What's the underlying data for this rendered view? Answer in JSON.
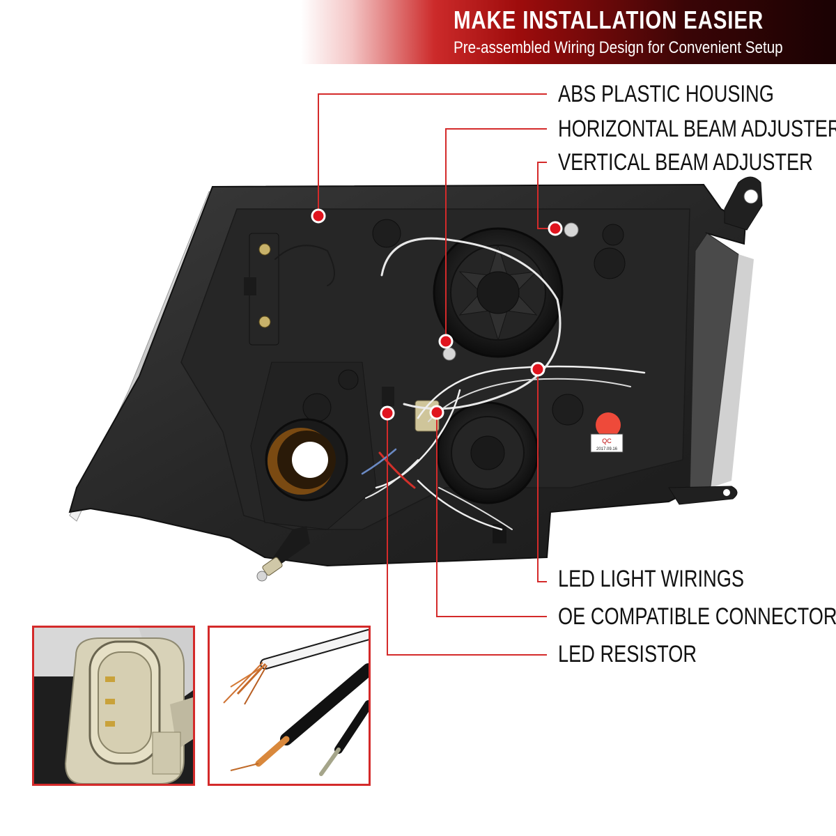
{
  "banner": {
    "title": "MAKE INSTALLATION EASIER",
    "subtitle": "Pre-assembled Wiring Design for Convenient Setup"
  },
  "callouts": [
    "ABS PLASTIC HOUSING",
    "HORIZONTAL BEAM ADJUSTER",
    "VERTICAL BEAM ADJUSTER",
    "LED LIGHT WIRINGS",
    "OE COMPATIBLE CONNECTORS",
    "LED RESISTOR"
  ],
  "qc_label": {
    "text": "QC",
    "date": "2017.09.16"
  },
  "colors": {
    "accent": "#d42a2a",
    "dot": "#e0141e",
    "housing": "#2b2b2b"
  }
}
